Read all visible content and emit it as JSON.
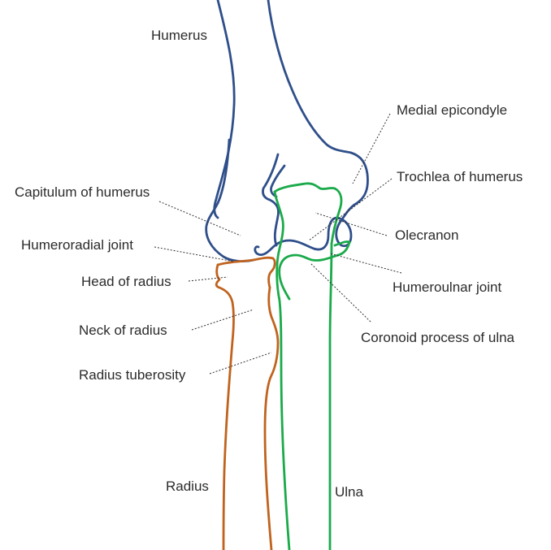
{
  "colors": {
    "humerus": "#2f4f8a",
    "ulna": "#1aaa4a",
    "radius": "#c0631e",
    "text": "#2b2b2b",
    "leader": "#333333",
    "background": "#ffffff"
  },
  "labels": {
    "humerus": "Humerus",
    "medial_epicondyle": "Medial epicondyle",
    "trochlea": "Trochlea of humerus",
    "capitulum": "Capitulum of humerus",
    "olecranon": "Olecranon",
    "humeroradial_joint": "Humeroradial joint",
    "head_of_radius": "Head of radius",
    "humeroulnar_joint": "Humeroulnar joint",
    "neck_of_radius": "Neck of radius",
    "coronoid_process": "Coronoid process of ulna",
    "radius_tuberosity": "Radius tuberosity",
    "radius": "Radius",
    "ulna": "Ulna"
  }
}
